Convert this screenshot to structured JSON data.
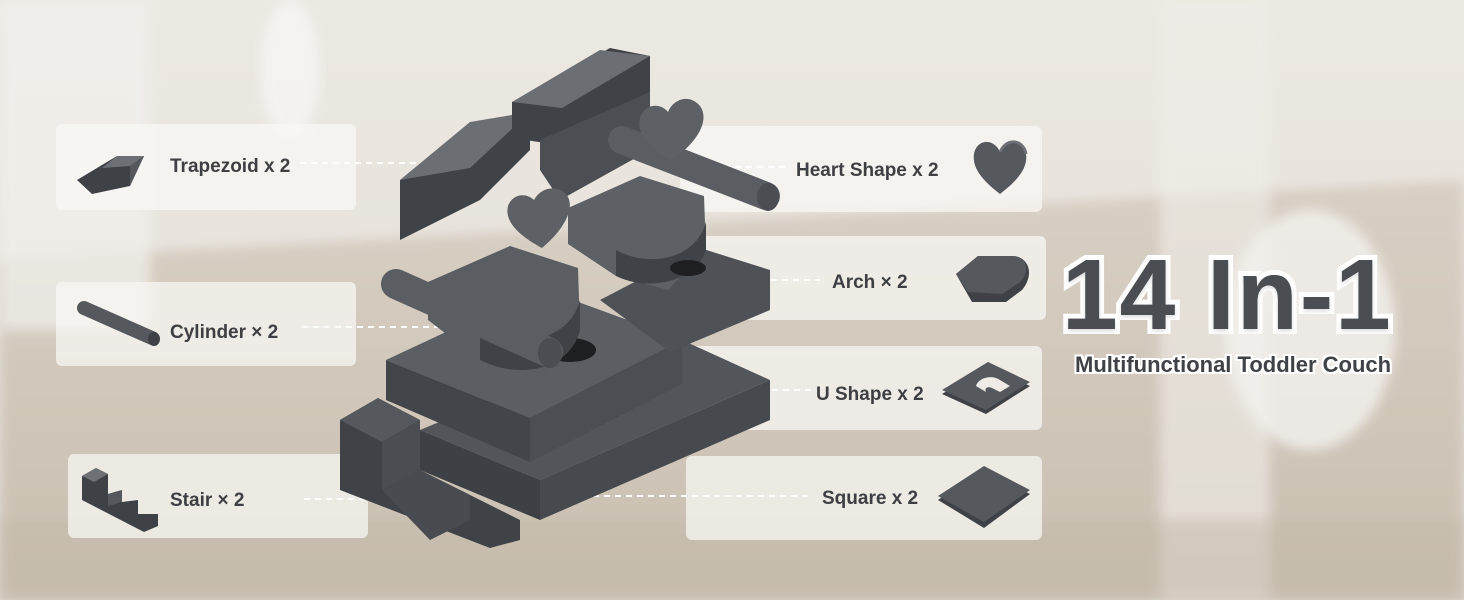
{
  "headline": {
    "main": "14 In-1",
    "sub": "Multifunctional Toddler Couch"
  },
  "pieces": [
    {
      "id": "trapezoid",
      "label": "Trapezoid x 2",
      "icon": "trapezoid-icon"
    },
    {
      "id": "heart",
      "label": "Heart Shape x 2",
      "icon": "heart-icon"
    },
    {
      "id": "cylinder",
      "label": "Cylinder × 2",
      "icon": "cylinder-icon"
    },
    {
      "id": "arch",
      "label": "Arch × 2",
      "icon": "arch-icon"
    },
    {
      "id": "ushape",
      "label": "U Shape x 2",
      "icon": "u-shape-icon"
    },
    {
      "id": "stair",
      "label": "Stair × 2",
      "icon": "stair-icon"
    },
    {
      "id": "square",
      "label": "Square x 2",
      "icon": "square-icon"
    }
  ],
  "colors": {
    "foam": "#55585d",
    "foam_light": "#6d7075",
    "foam_dark": "#3e4145",
    "text": "#3e3f42"
  }
}
